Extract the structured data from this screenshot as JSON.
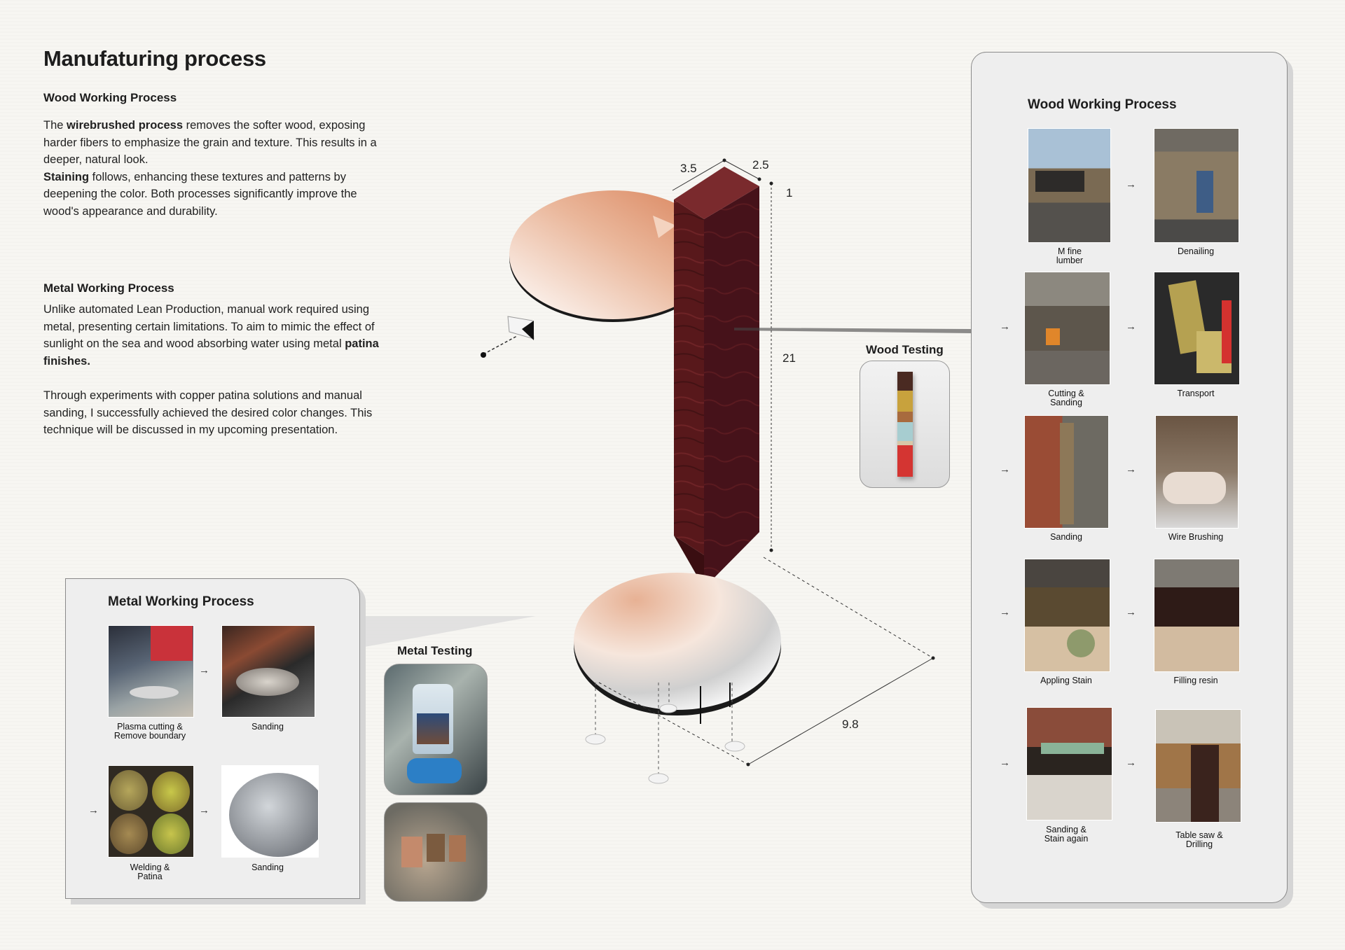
{
  "page_title": "Manufaturing process",
  "intro": {
    "wood_heading": "Wood Working Process",
    "wood_p1_pre": "The ",
    "wood_p1_bold": "wirebrushed process",
    "wood_p1_post": " removes the softer wood, exposing harder fibers to emphasize the grain and texture. This results in a deeper, natural look.",
    "wood_p2_bold": "Staining",
    "wood_p2_post": " follows, enhancing these textures and patterns by deepening the color. Both processes significantly improve the wood's appearance and durability.",
    "metal_heading": "Metal Working Process",
    "metal_p1_pre": "Unlike automated Lean Production, manual work required using metal, presenting certain limitations. To aim to mimic the effect of sunlight on the sea and wood absorbing water using metal ",
    "metal_p1_bold": "patina finishes.",
    "metal_p2": "Through experiments with copper patina solutions and manual sanding, I successfully achieved the desired color changes. This technique will be discussed in my upcoming presentation."
  },
  "dimensions": {
    "top_left": "3.5",
    "top_right": "2.5",
    "top_height": "1",
    "height": "21",
    "base": "9.8"
  },
  "wood_testing": {
    "title": "Wood Testing"
  },
  "metal_testing": {
    "title": "Metal Testing"
  },
  "metal_panel": {
    "title": "Metal Working Process",
    "steps": [
      {
        "caption": "Plasma cutting &\nRemove boundary"
      },
      {
        "caption": "Sanding"
      },
      {
        "caption": "Welding &\nPatina"
      },
      {
        "caption": "Sanding"
      }
    ]
  },
  "wood_panel": {
    "title": "Wood Working Process",
    "steps": [
      {
        "caption": "M fine\nlumber"
      },
      {
        "caption": "Denailing"
      },
      {
        "caption": "Cutting &\nSanding"
      },
      {
        "caption": "Transport"
      },
      {
        "caption": "Sanding"
      },
      {
        "caption": "Wire Brushing"
      },
      {
        "caption": "Appling Stain"
      },
      {
        "caption": "Filling resin"
      },
      {
        "caption": "Sanding &\nStain again"
      },
      {
        "caption": "Table saw &\nDrilling"
      }
    ]
  },
  "arrow_glyph": "→",
  "colors": {
    "wood": "#5a1a1c",
    "copper": "#e8a57f",
    "panel": "#eeeeee"
  }
}
